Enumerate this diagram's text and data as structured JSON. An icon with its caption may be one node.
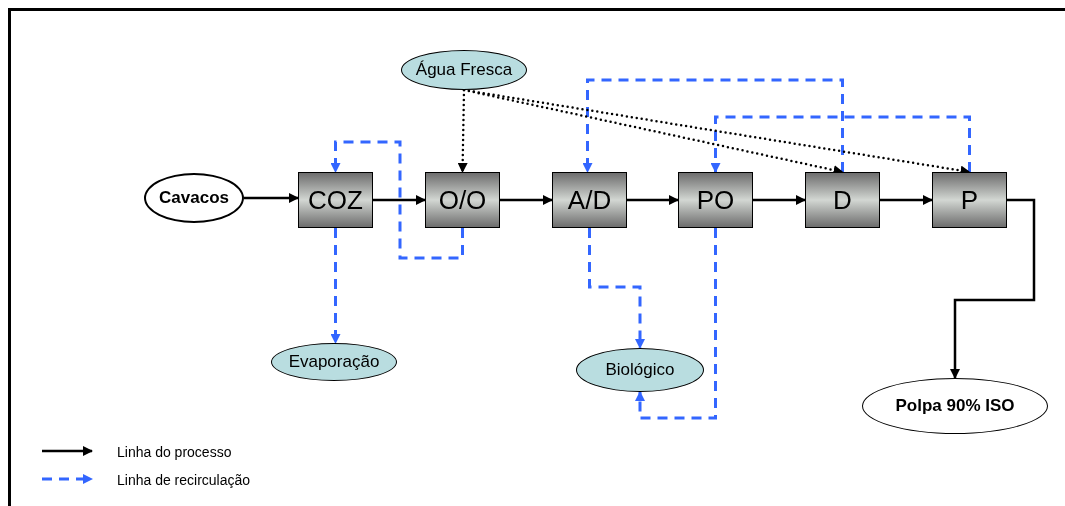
{
  "diagram": {
    "nodes": [
      {
        "text": [
          "Cavacos"
        ]
      },
      {
        "text": [
          "COZ"
        ]
      },
      {
        "text": [
          "O/O"
        ]
      },
      {
        "text": [
          "A/D"
        ]
      },
      {
        "text": [
          "PO"
        ]
      },
      {
        "text": [
          "D"
        ]
      },
      {
        "text": [
          "P"
        ]
      },
      {
        "text": [
          "Água Fresca"
        ]
      },
      {
        "text": [
          "Evaporação"
        ]
      },
      {
        "text": [
          "Biológico"
        ]
      },
      {
        "text": [
          "Polpa 90% ISO"
        ]
      }
    ],
    "edges": [
      {
        "from": 0,
        "to": 1,
        "arrow": "to"
      },
      {
        "from": 1,
        "to": 2,
        "arrow": "to"
      },
      {
        "from": 2,
        "to": 3,
        "arrow": "to"
      },
      {
        "from": 3,
        "to": 4,
        "arrow": "to"
      },
      {
        "from": 4,
        "to": 5,
        "arrow": "to"
      },
      {
        "from": 5,
        "to": 6,
        "arrow": "to"
      },
      {
        "from": 6,
        "to": 10,
        "arrow": "to"
      },
      {
        "from": 2,
        "to": 1,
        "arrow": "to",
        "style": "dashed",
        "color": "#3366ff"
      },
      {
        "from": 1,
        "to": 8,
        "arrow": "to",
        "style": "dashed",
        "color": "#3366ff"
      },
      {
        "from": 5,
        "to": 3,
        "arrow": "to",
        "style": "dashed",
        "color": "#3366ff"
      },
      {
        "from": 6,
        "to": 4,
        "arrow": "to",
        "style": "dashed",
        "color": "#3366ff"
      },
      {
        "from": 3,
        "to": 9,
        "arrow": "to",
        "style": "dashed",
        "color": "#3366ff"
      },
      {
        "from": 4,
        "to": 9,
        "arrow": "to",
        "style": "dashed",
        "color": "#3366ff"
      },
      {
        "from": 7,
        "to": 2,
        "arrow": "to",
        "style": "dashed"
      },
      {
        "from": 7,
        "to": 5,
        "arrow": "to",
        "style": "dashed"
      },
      {
        "from": 7,
        "to": 6,
        "arrow": "to",
        "style": "dashed"
      }
    ],
    "legend": [
      {
        "text": "Linha do processo"
      },
      {
        "text": "Linha de recirculação"
      }
    ]
  }
}
